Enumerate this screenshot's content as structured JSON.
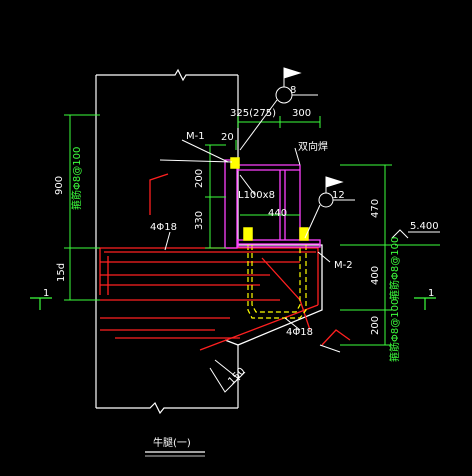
{
  "drawing": {
    "title": "牛腿(一)",
    "weld_label_top": "8",
    "weld_label_mid": "12",
    "dim_top_left": "325(275)",
    "dim_top_right": "300",
    "dim_20": "20",
    "dim_200": "200",
    "dim_330": "330",
    "dim_900": "900",
    "stirrup_left": "箍筋Φ8@100",
    "dim_15d": "15d",
    "dim_470": "470",
    "dim_400": "400",
    "dim_200_lower": "200",
    "stirrup_right_upper": "箍筋Φ8@100",
    "stirrup_right_lower": "箍筋Φ8@100",
    "elevation": "5.400",
    "label_m1": "M-1",
    "label_m2": "M-2",
    "label_angle": "L100x8",
    "dim_440": "440",
    "bar_top": "4Φ18",
    "bar_bottom": "4Φ18",
    "dim_150": "150",
    "section_mark": "1",
    "stiffener_note": "双向焊"
  },
  "colors": {
    "concrete": "#ffffff",
    "rebar": "#ff2020",
    "dimension": "#3dff3d",
    "steel": "#ff40ff",
    "anchor": "#ffff00",
    "leader": "#ffffff"
  }
}
